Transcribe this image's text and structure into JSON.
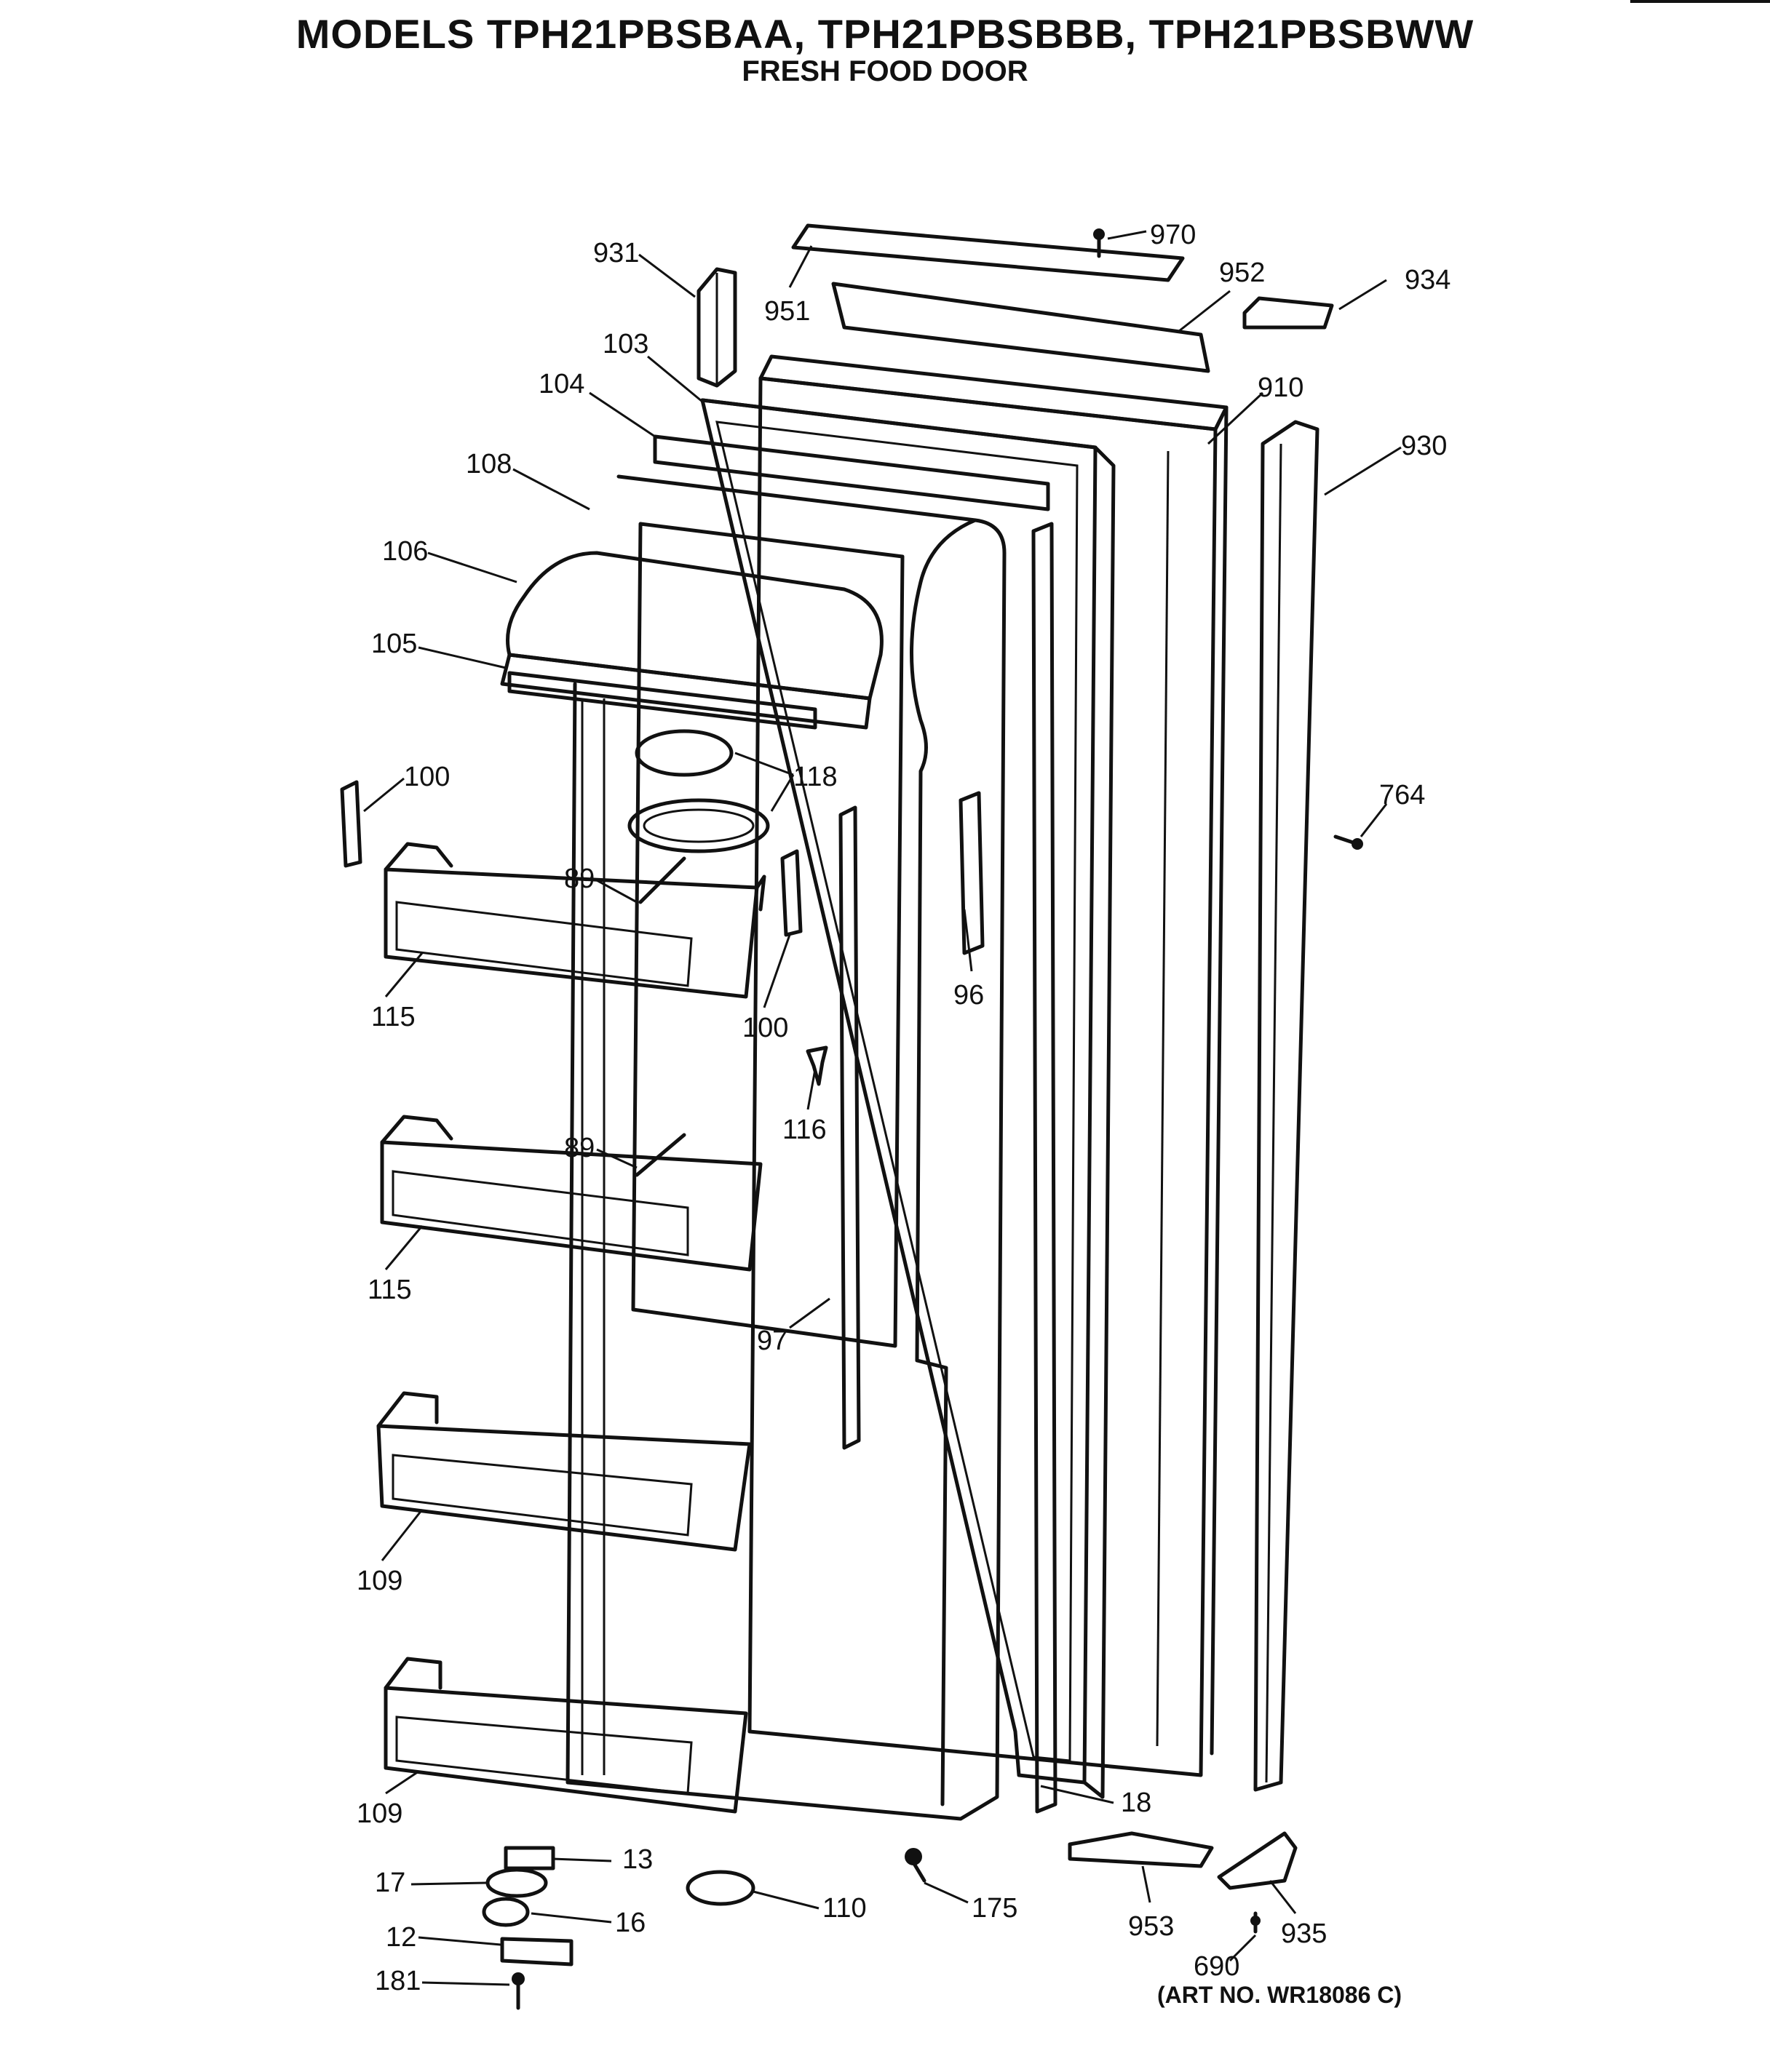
{
  "header": {
    "title": "MODELS TPH21PBSBAA, TPH21PBSBBB, TPH21PBSBWW",
    "subtitle": "FRESH FOOD DOOR"
  },
  "footer": {
    "art_number": "(ART NO. WR18086 C)"
  },
  "parts": [
    "970",
    "931",
    "951",
    "952",
    "934",
    "103",
    "910",
    "104",
    "930",
    "108",
    "106",
    "105",
    "118",
    "100",
    "764",
    "89",
    "115",
    "100",
    "96",
    "116",
    "89",
    "115",
    "97",
    "109",
    "109",
    "13",
    "17",
    "16",
    "12",
    "181",
    "110",
    "175",
    "18",
    "953",
    "935",
    "690"
  ]
}
